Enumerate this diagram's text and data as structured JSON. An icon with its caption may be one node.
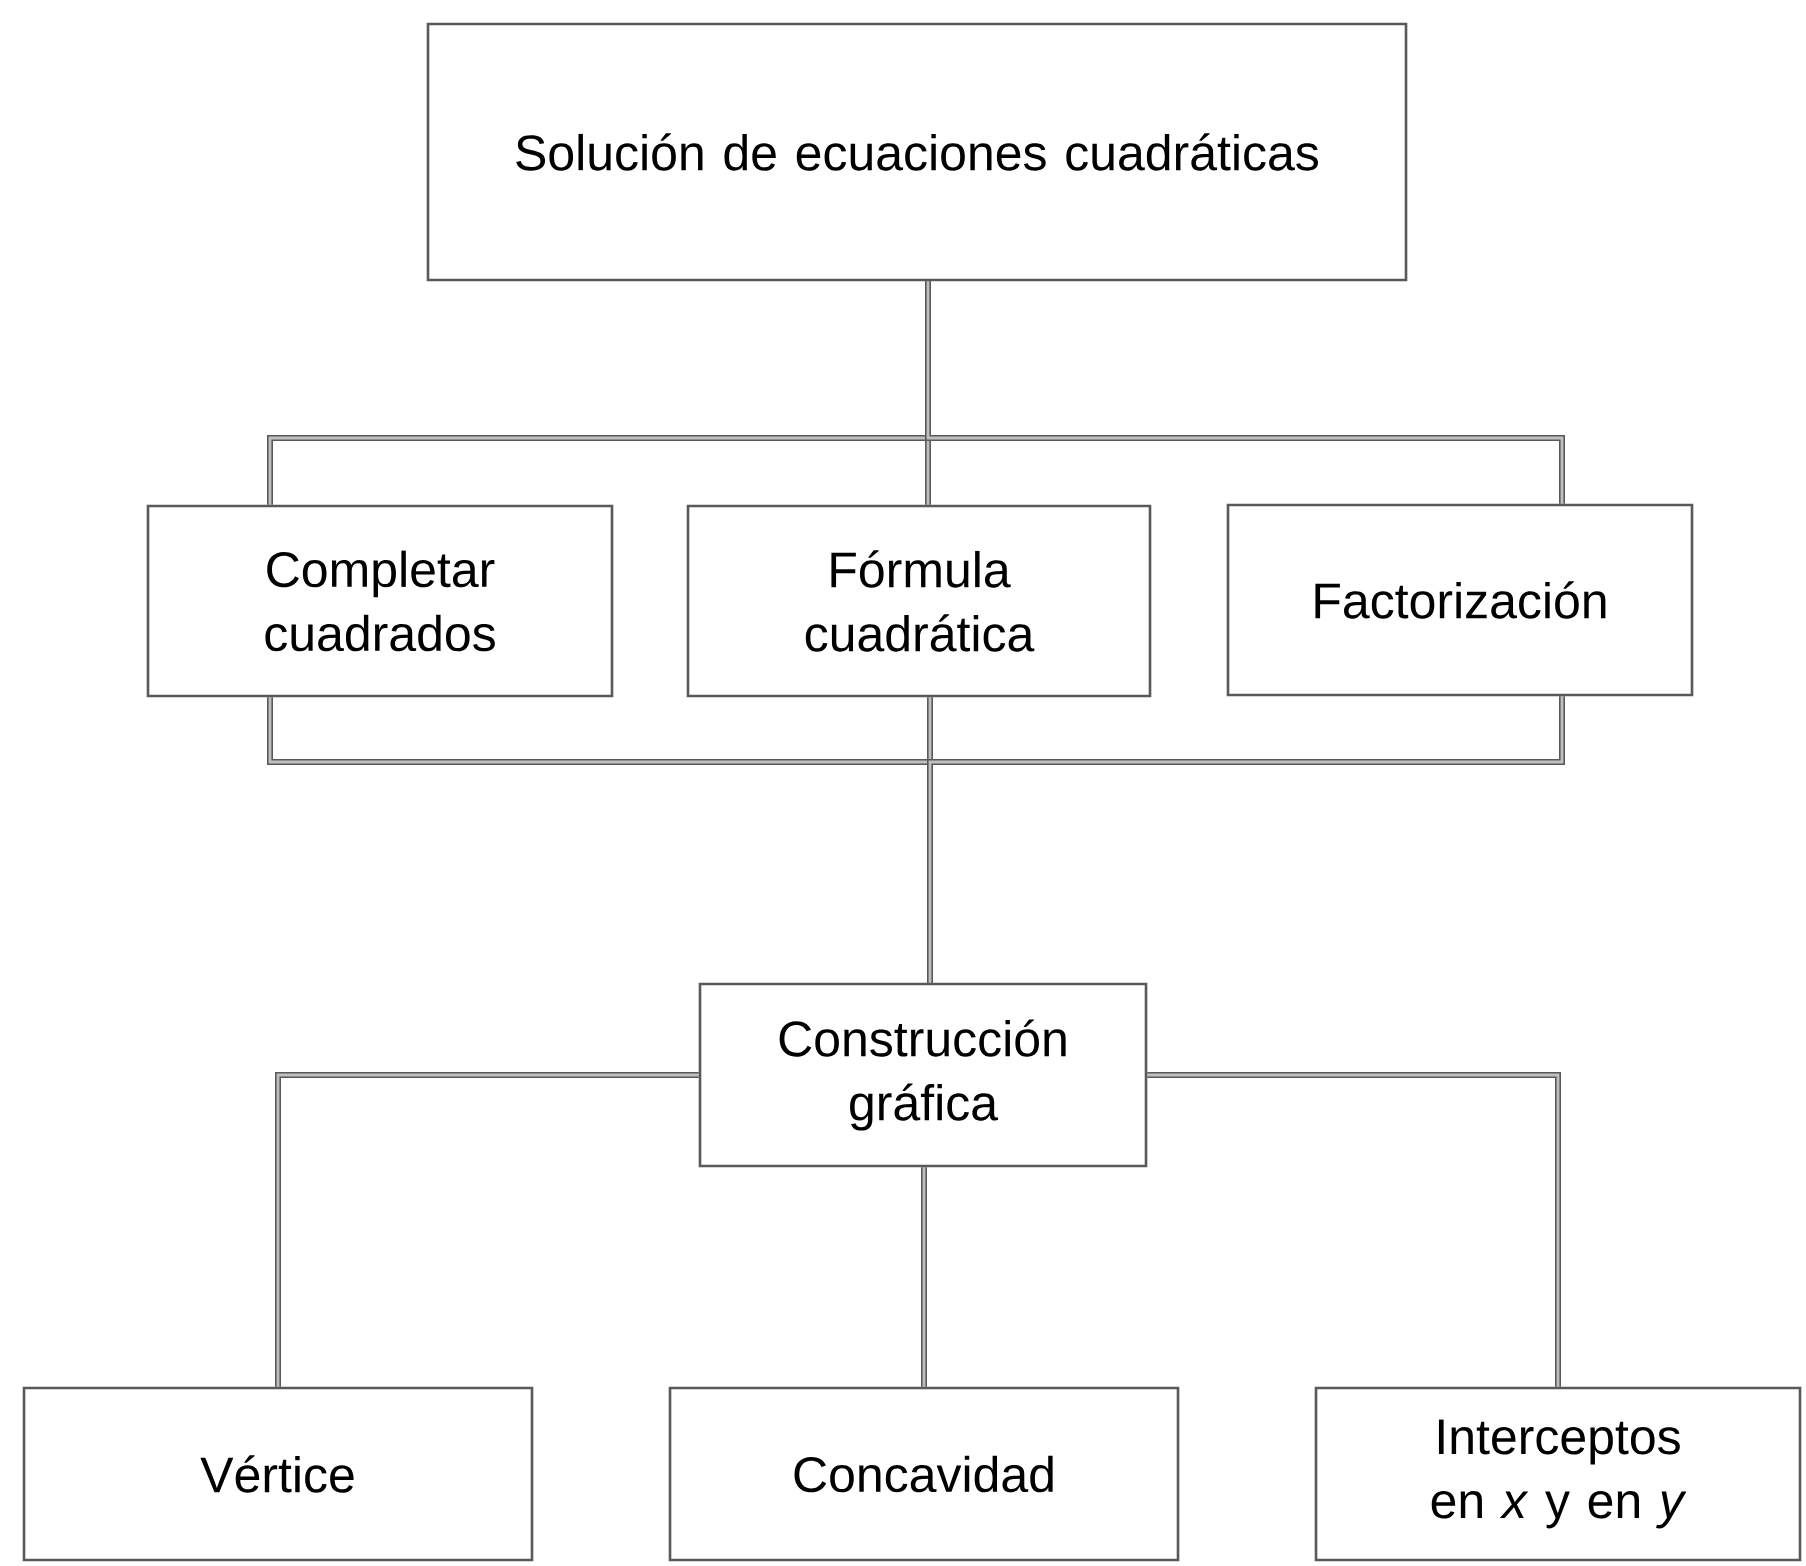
{
  "diagram": {
    "nodes": [
      {
        "text": [
          "Solución de ecuaciones cuadráticas"
        ]
      },
      {
        "text": [
          "Completar cuadrados"
        ]
      },
      {
        "text": [
          "Fórmula cuadrática"
        ]
      },
      {
        "text": [
          "Factorización"
        ]
      },
      {
        "text": [
          "Construcción gráfica"
        ]
      },
      {
        "text": [
          "Vértice"
        ]
      },
      {
        "text": [
          "Concavidad"
        ]
      },
      {
        "text": [
          "Interceptos en *x* y en *y*"
        ]
      }
    ],
    "edges": [
      {
        "from": 0,
        "to": 1,
        "arrow": "none"
      },
      {
        "from": 0,
        "to": 2,
        "arrow": "none"
      },
      {
        "from": 0,
        "to": 3,
        "arrow": "none"
      },
      {
        "from": 1,
        "to": 4,
        "arrow": "none"
      },
      {
        "from": 2,
        "to": 4,
        "arrow": "none"
      },
      {
        "from": 3,
        "to": 4,
        "arrow": "none"
      },
      {
        "from": 4,
        "to": 5,
        "arrow": "none"
      },
      {
        "from": 4,
        "to": 6,
        "arrow": "none"
      },
      {
        "from": 4,
        "to": 7,
        "arrow": "none"
      }
    ]
  }
}
